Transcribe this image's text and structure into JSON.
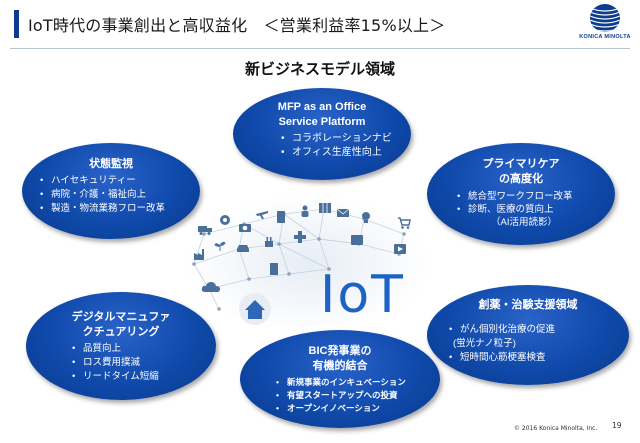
{
  "header": {
    "title": "IoT時代の事業創出と高収益化　＜営業利益率15%以上＞",
    "logo_text": "KONICA MINOLTA"
  },
  "diagram": {
    "heading": "新ビジネスモデル領域",
    "center_label": "IoT",
    "nodes": {
      "mfp": {
        "title_lines": [
          "MFP as an Office",
          "Service Platform"
        ],
        "items": [
          "コラボレーションナビ",
          "オフィス生産性向上"
        ]
      },
      "status": {
        "title": "状態監視",
        "items": [
          "ハイセキュリティー",
          "病院・介護・福祉向上",
          "製造・物流業務フロー改革"
        ]
      },
      "primary": {
        "title_lines": [
          "プライマリケア",
          "の高度化"
        ],
        "items": [
          "統合型ワークフロー改革",
          "診断、医療の質向上"
        ],
        "note": "（AI活用読影）"
      },
      "digital": {
        "title_lines": [
          "デジタルマニュファ",
          "クチュアリング"
        ],
        "items": [
          "品質向上",
          "ロス費用撲滅",
          "リードタイム短縮"
        ]
      },
      "drug": {
        "title": "創薬・治験支援領域",
        "items": [
          "がん個別化治療の促進",
          "短時間心筋梗塞検査"
        ],
        "item_continuation": "(蛍光ナノ粒子)"
      },
      "bic": {
        "title_lines": [
          "BIC発事業の",
          "有機的結合"
        ],
        "items": [
          "新規事業のインキュベーション",
          "有望スタートアップへの投資",
          "オープンイノベーション"
        ]
      }
    }
  },
  "footer": {
    "copyright": "© 2016 Konica Minolta, Inc.",
    "page_number": "19"
  }
}
